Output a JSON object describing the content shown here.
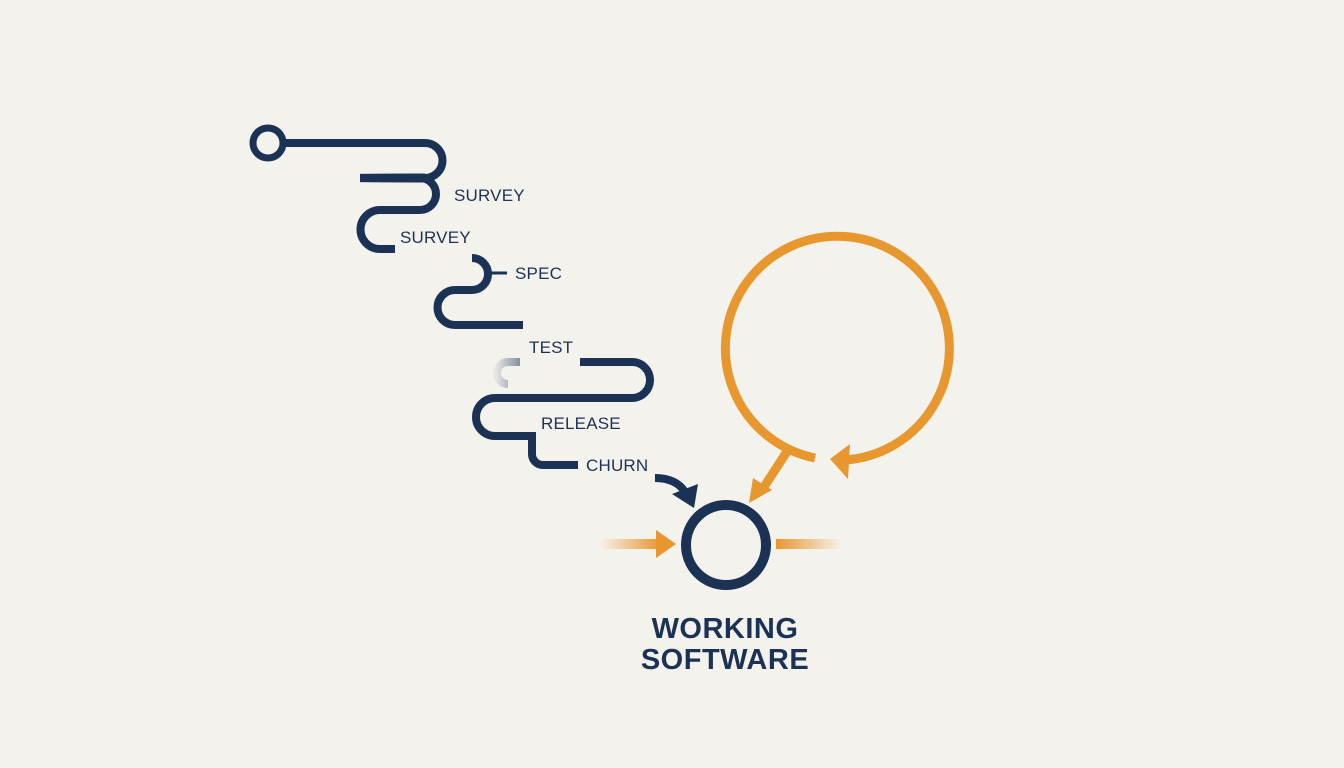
{
  "diagram": {
    "type": "process-flow-vs-loop",
    "colors": {
      "background": "#f4f2ed",
      "navy": "#1c3255",
      "orange": "#e8972f"
    },
    "path_labels": [
      {
        "id": "survey_1",
        "text": "SURVEY"
      },
      {
        "id": "survey_2",
        "text": "SURVEY"
      },
      {
        "id": "spec",
        "text": "SPEC"
      },
      {
        "id": "test",
        "text": "TEST"
      },
      {
        "id": "release",
        "text": "RELEASE"
      },
      {
        "id": "churn",
        "text": "CHURN"
      }
    ],
    "outcome": {
      "line1": "WORKING",
      "line2": "SOFTWARE"
    },
    "icons": {
      "start_node": "start-circle-icon",
      "end_node": "outcome-circle-icon",
      "loop": "feedback-loop-icon",
      "arrows": "arrow-icon"
    }
  }
}
